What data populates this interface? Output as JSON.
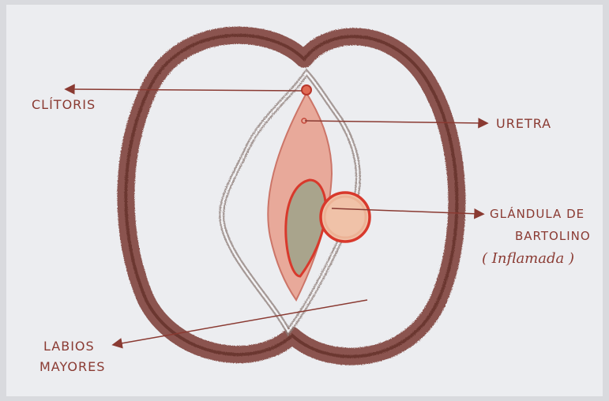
{
  "labels": {
    "clitoris": "CLÍTORIS",
    "uretra": "URETRA",
    "glandula_line1": "GLÁNDULA DE",
    "glandula_line2": "BARTOLINO",
    "glandula_line3": "( Inflamada )",
    "labios_line1": "LABIOS",
    "labios_line2": "MAYORES"
  },
  "colors": {
    "paper": "#ebecef",
    "outline_brown": "#7a3b34",
    "label_red": "#8a3a32",
    "inner_pink": "#e8a291",
    "gland_red": "#d8392c"
  }
}
